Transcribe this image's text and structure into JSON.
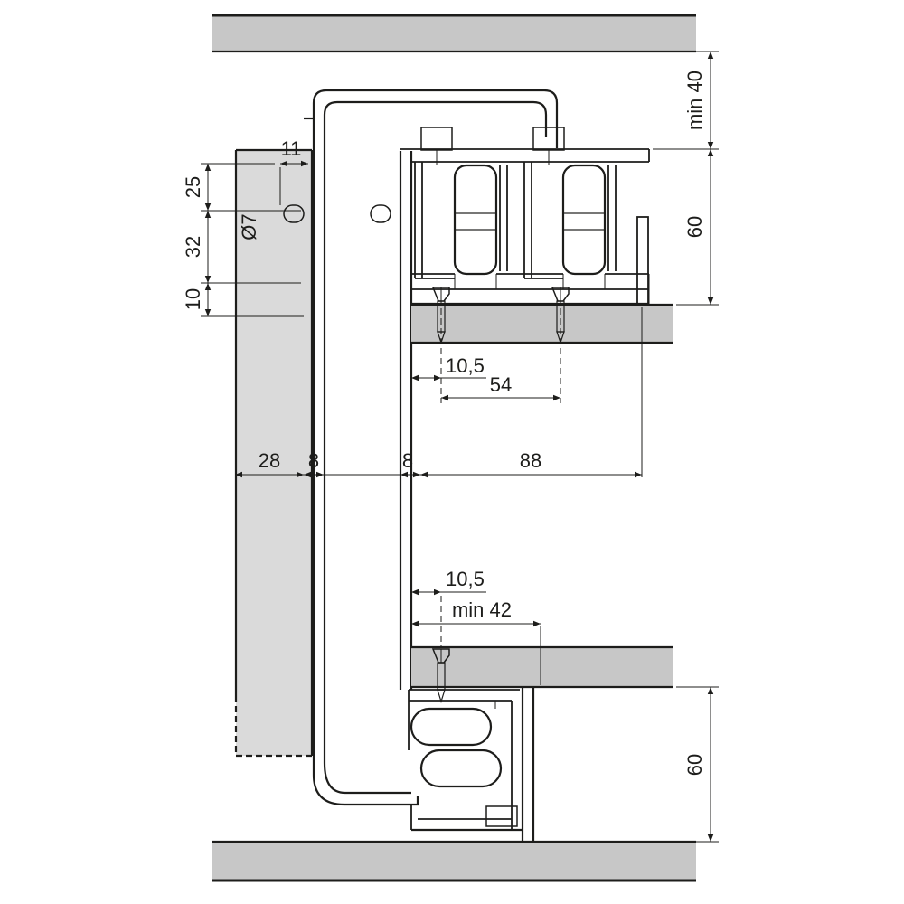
{
  "dimensions": {
    "min40": "min 40",
    "track60": "60",
    "d11": "11",
    "d25": "25",
    "dia7": "Ø7",
    "d32": "32",
    "d10": "10",
    "top105": "10,5",
    "d54": "54",
    "d28": "28",
    "d8a": "8",
    "d8b": "8",
    "d88": "88",
    "bottom105": "10,5",
    "min42": "min 42",
    "plinth60": "60"
  },
  "colors": {
    "line": "#1d1d1b",
    "panel_fill": "#c7c7c7",
    "wall_fill": "#dadada"
  }
}
